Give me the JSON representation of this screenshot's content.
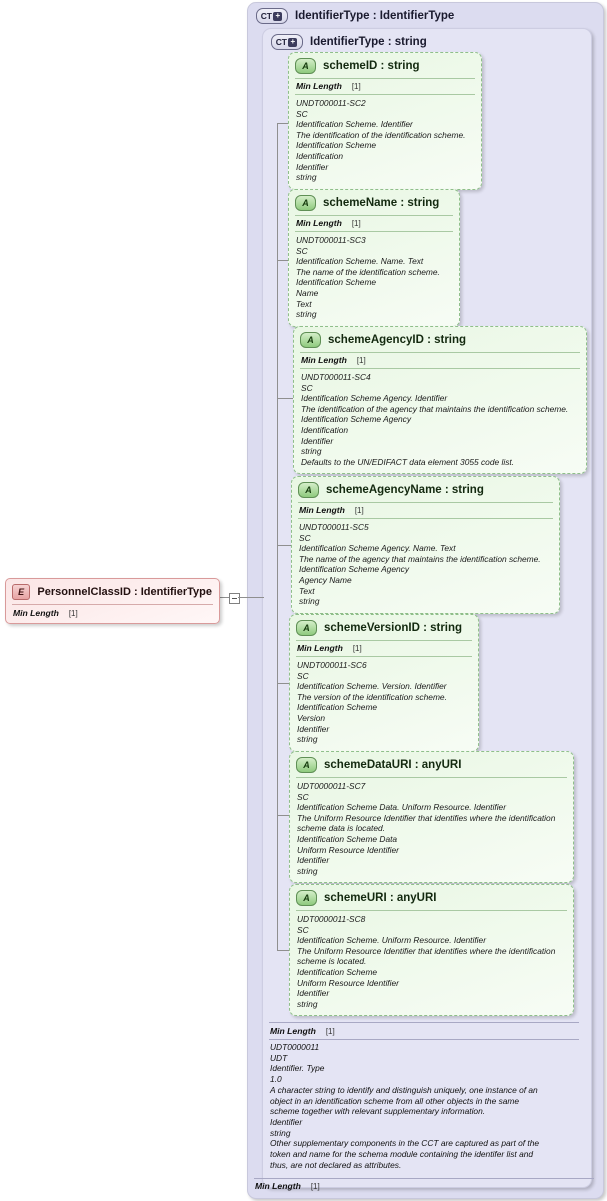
{
  "diagram": {
    "title": "XSD schema diagram",
    "outer_type": {
      "icon": "ct-plus-icon",
      "icon_label": "CT",
      "label": "IdentifierType : IdentifierType"
    },
    "inner_type": {
      "icon": "ct-plus-icon",
      "icon_label": "CT",
      "label": "IdentifierType : string"
    },
    "element": {
      "icon": "element-icon",
      "icon_label": "E",
      "label": "PersonnelClassID : IdentifierType",
      "facet_name": "Min Length",
      "facet_value": "[1]"
    },
    "facet_name": "Min Length",
    "facet_value": "[1]",
    "attributes": [
      {
        "icon": "attribute-icon",
        "icon_label": "A",
        "label": "schemeID : string",
        "facet_name": "Min Length",
        "facet_value": "[1]",
        "docs": [
          "UNDT000011-SC2",
          "SC",
          "Identification Scheme. Identifier",
          "The identification of the identification scheme.",
          "Identification Scheme",
          "Identification",
          "Identifier",
          "string"
        ]
      },
      {
        "icon": "attribute-icon",
        "icon_label": "A",
        "label": "schemeName : string",
        "facet_name": "Min Length",
        "facet_value": "[1]",
        "docs": [
          "UNDT000011-SC3",
          "SC",
          "Identification Scheme. Name. Text",
          "The name of the identification scheme.",
          "Identification Scheme",
          "Name",
          "Text",
          "string"
        ]
      },
      {
        "icon": "attribute-icon",
        "icon_label": "A",
        "label": "schemeAgencyID : string",
        "facet_name": "Min Length",
        "facet_value": "[1]",
        "docs": [
          "UNDT000011-SC4",
          "SC",
          "Identification Scheme Agency. Identifier",
          "The identification of the agency that maintains the identification scheme.",
          "Identification Scheme Agency",
          "Identification",
          "Identifier",
          "string",
          "Defaults to the UN/EDIFACT data element 3055 code list."
        ]
      },
      {
        "icon": "attribute-icon",
        "icon_label": "A",
        "label": "schemeAgencyName : string",
        "facet_name": "Min Length",
        "facet_value": "[1]",
        "docs": [
          "UNDT000011-SC5",
          "SC",
          "Identification Scheme Agency. Name. Text",
          "The name of the agency that maintains the identification scheme.",
          "Identification Scheme Agency",
          "Agency Name",
          "Text",
          "string"
        ]
      },
      {
        "icon": "attribute-icon",
        "icon_label": "A",
        "label": "schemeVersionID : string",
        "facet_name": "Min Length",
        "facet_value": "[1]",
        "docs": [
          "UNDT000011-SC6",
          "SC",
          "Identification Scheme. Version. Identifier",
          "The version of the identification scheme.",
          "Identification Scheme",
          "Version",
          "Identifier",
          "string"
        ]
      },
      {
        "icon": "attribute-icon",
        "icon_label": "A",
        "label": "schemeDataURI : anyURI",
        "facet_name": "",
        "facet_value": "",
        "docs": [
          "UDT0000011-SC7",
          "SC",
          "Identification Scheme Data. Uniform Resource. Identifier",
          "The Uniform Resource Identifier that identifies where the identification\nscheme data is located.",
          "Identification Scheme Data",
          "Uniform Resource Identifier",
          "Identifier",
          "string"
        ]
      },
      {
        "icon": "attribute-icon",
        "icon_label": "A",
        "label": "schemeURI : anyURI",
        "facet_name": "",
        "facet_value": "",
        "docs": [
          "UDT0000011-SC8",
          "SC",
          "Identification Scheme. Uniform Resource. Identifier",
          "The Uniform Resource Identifier that identifies where the identification\nscheme is located.",
          "Identification Scheme",
          "Uniform Resource Identifier",
          "Identifier",
          "string"
        ]
      }
    ],
    "type_docs": [
      "UDT0000011",
      "UDT",
      "Identifier. Type",
      "1.0",
      "A character string to identify and distinguish uniquely, one instance of an\nobject in an identification scheme from all other objects in the same\nscheme together with relevant supplementary information.",
      "Identifier",
      "string",
      "Other supplementary components in the CCT are captured as part of the\ntoken and name for the schema module containing the identifer list and\nthus, are not declared as attributes."
    ]
  }
}
